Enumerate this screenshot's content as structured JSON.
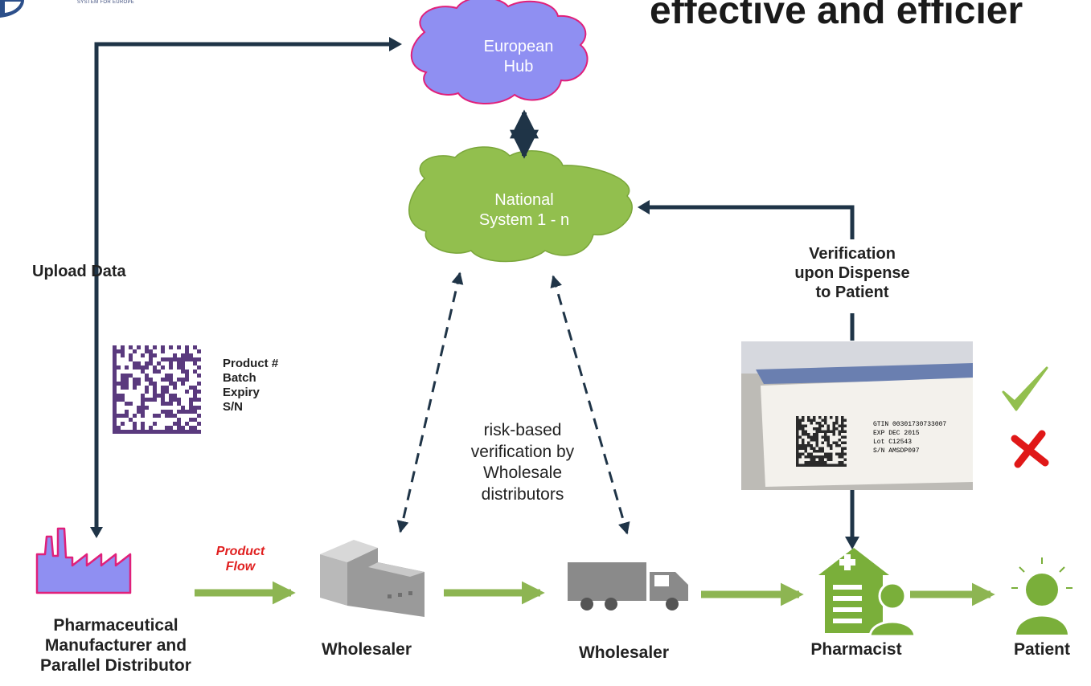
{
  "title": "effective and efficier",
  "logo": {
    "subtitle": "SYSTEM FOR EUROPE"
  },
  "nodes": {
    "european_hub": {
      "line1": "European",
      "line2": "Hub"
    },
    "national_system": {
      "line1": "National",
      "line2": "System 1 - n"
    }
  },
  "labels": {
    "upload_data": "Upload Data",
    "verification": [
      "Verification",
      "upon Dispense",
      "to Patient"
    ],
    "risk_based": [
      "risk-based",
      "verification by",
      "Wholesale",
      "distributors"
    ],
    "product_flow": [
      "Product",
      "Flow"
    ]
  },
  "datamatrix_fields": [
    "Product #",
    "Batch",
    "Expiry",
    "S/N"
  ],
  "pack_label_lines": [
    "GTIN 00301730733007",
    "EXP DEC 2015",
    "Lot C12543",
    "S/N AMSDP097"
  ],
  "actors": {
    "manufacturer": [
      "Pharmaceutical",
      "Manufacturer and",
      "Parallel Distributor"
    ],
    "wholesaler_1": "Wholesaler",
    "wholesaler_2": "Wholesaler",
    "pharmacist": "Pharmacist",
    "patient": "Patient"
  },
  "status_icons": {
    "valid": "checkmark-icon",
    "invalid": "cross-icon"
  },
  "colors": {
    "arrow_dark": "#1f3447",
    "flow_green": "#8db552",
    "hub_purple": "#8f8ff2",
    "national_green": "#92bf4e",
    "actor_green": "#7aaf3a",
    "factory_purple": "#8f8ff2",
    "factory_outline": "#e0207a",
    "product_flow_red": "#e02020"
  }
}
